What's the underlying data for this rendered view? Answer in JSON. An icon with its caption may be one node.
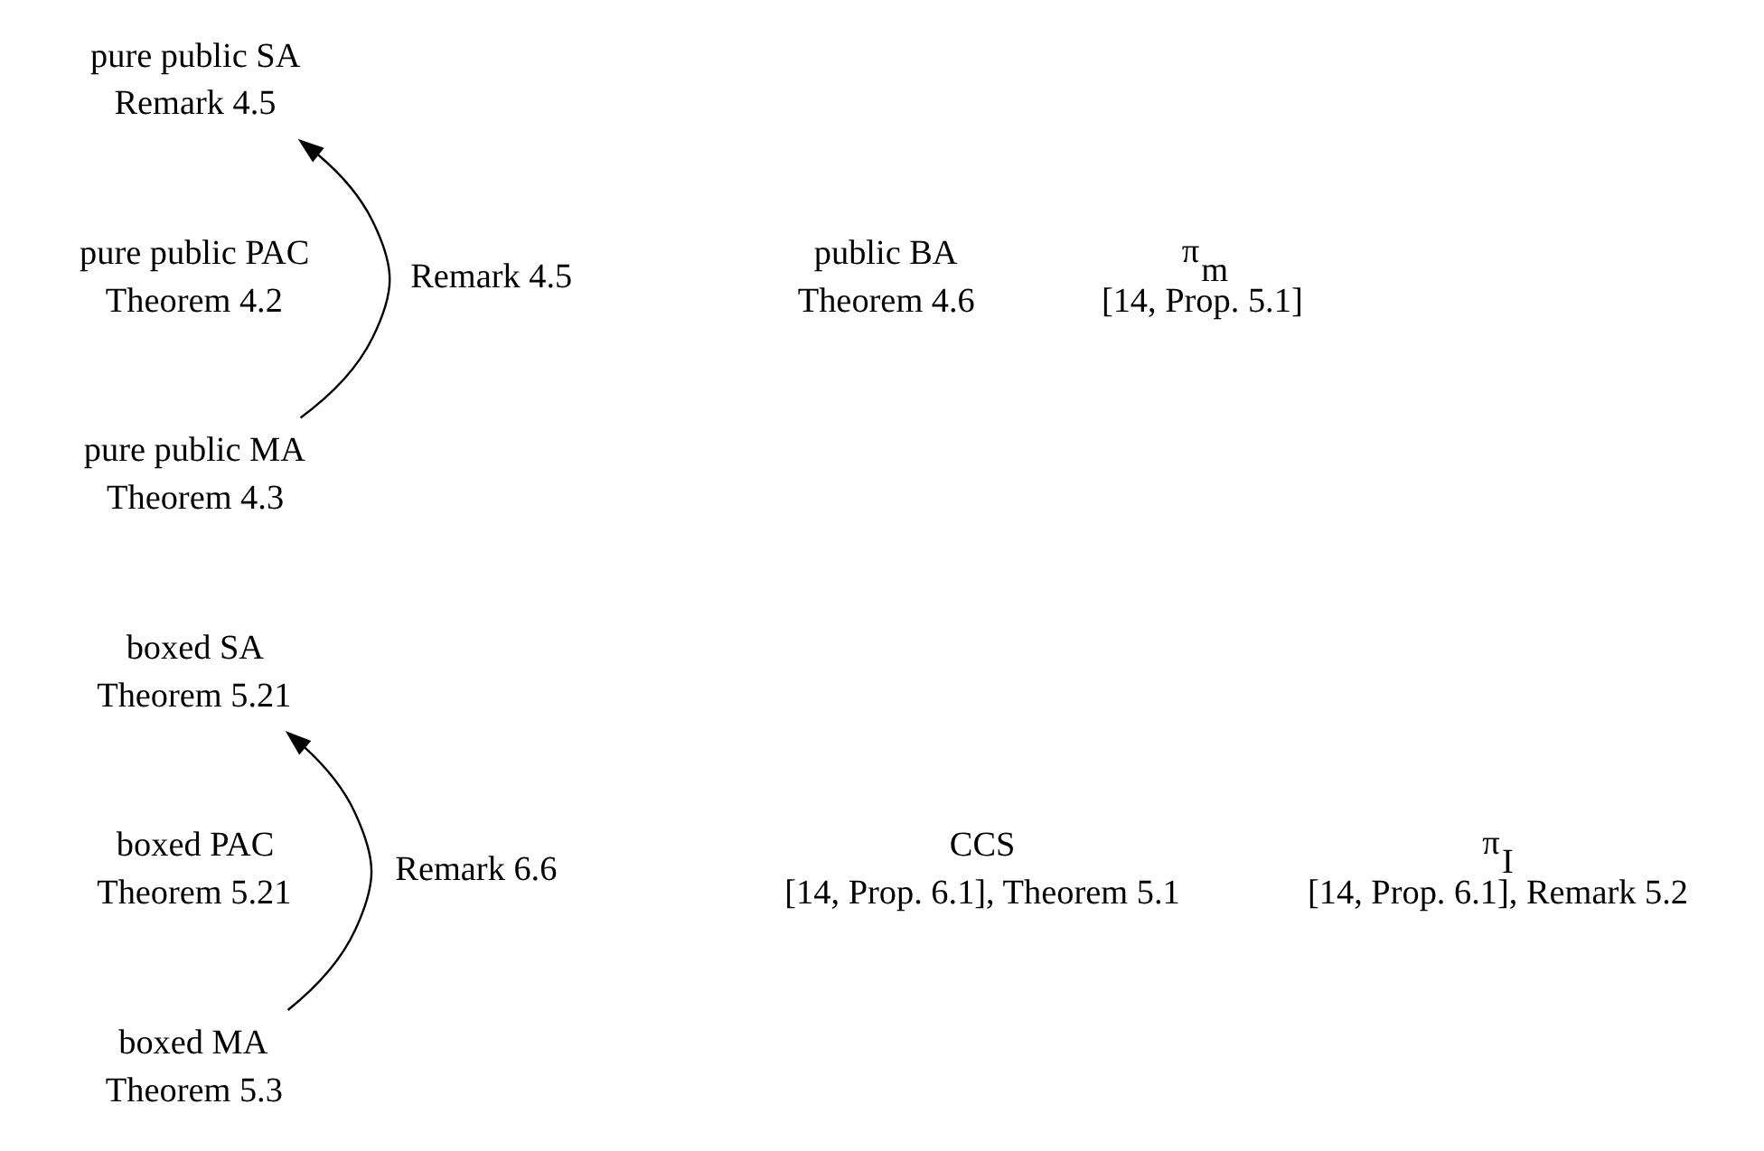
{
  "diagram": {
    "nodes": [
      {
        "text": [
          "pure public SA",
          "Remark 4.5"
        ]
      },
      {
        "text": [
          "pure public MA",
          "Theorem 4.3"
        ]
      },
      {
        "text": [
          "pure public PAC",
          "Theorem 4.2"
        ]
      },
      {
        "text": [
          "public BA",
          "Theorem 4.6"
        ]
      },
      {
        "text": [
          "π$_{m}$",
          "[14, Prop. 5.1]"
        ]
      },
      {
        "text": [
          "boxed SA",
          "Theorem 5.21"
        ]
      },
      {
        "text": [
          "boxed MA",
          "Theorem 5.3"
        ]
      },
      {
        "text": [
          "boxed PAC",
          "Theorem 5.21"
        ]
      },
      {
        "text": [
          "CCS",
          "[14, Prop. 6.1], Theorem 5.1"
        ]
      },
      {
        "text": [
          "π$_{I}$",
          "[14, Prop. 6.1], Remark 5.2"
        ]
      }
    ],
    "edges": [
      {
        "from": 1,
        "to": 0,
        "arrow": "to",
        "label": "Remark 4.5"
      },
      {
        "from": 6,
        "to": 5,
        "arrow": "to",
        "label": "Remark 6.6"
      }
    ]
  }
}
